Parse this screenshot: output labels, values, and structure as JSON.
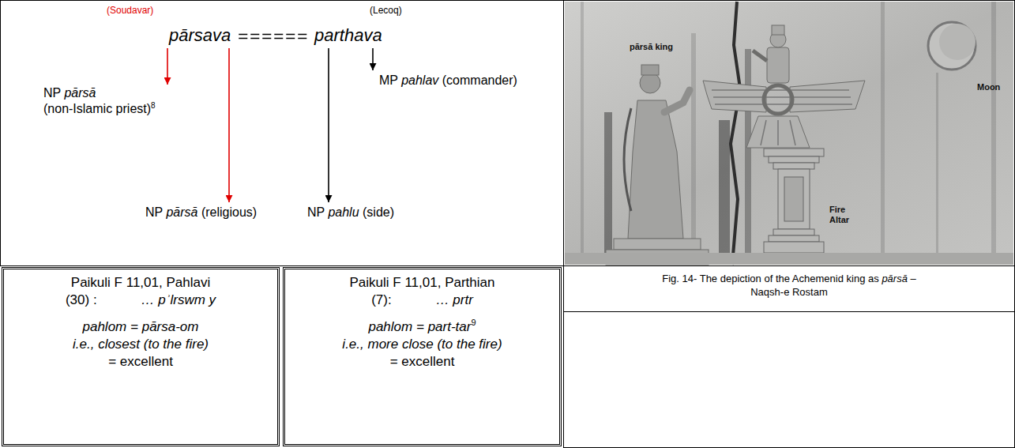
{
  "diagram": {
    "caption": "Fig. 14- The depiction of the Achemenid king as pārsā – Naqsh-e Rostam",
    "nodes": [
      {
        "text": [
          "pārsava"
        ]
      },
      {
        "text": [
          "parthava"
        ]
      },
      {
        "text": [
          "NP pārsā (non-Islamic priest)"
        ]
      },
      {
        "text": [
          "MP pahlav (commander)"
        ]
      },
      {
        "text": [
          "NP pārsā (religious)"
        ]
      },
      {
        "text": [
          "NP pahlu (side)"
        ]
      },
      {
        "text": [
          "Paikuli F 11,01, Pahlavi",
          "(30) :",
          "… pʾlrswm y",
          "pahlom = pārsa-om",
          "i.e., closest (to the fire)",
          "= excellent"
        ]
      },
      {
        "text": [
          "Paikuli F 11,01, Parthian",
          "(7):",
          "… prtr",
          "pahlom = part-tar",
          "i.e., more close (to the fire)",
          "= excellent"
        ]
      }
    ],
    "edges": [
      {
        "from": 0,
        "to": 1,
        "arrow": "none"
      },
      {
        "from": 0,
        "to": 2,
        "arrow": "to"
      },
      {
        "from": 0,
        "to": 4,
        "arrow": "to"
      },
      {
        "from": 1,
        "to": 3,
        "arrow": "to"
      },
      {
        "from": 1,
        "to": 5,
        "arrow": "to"
      }
    ],
    "labels": [
      "(Soudavar)",
      "(Lecoq)",
      "8",
      "9",
      "pārsā king",
      "Moon",
      "Fire Altar"
    ]
  }
}
